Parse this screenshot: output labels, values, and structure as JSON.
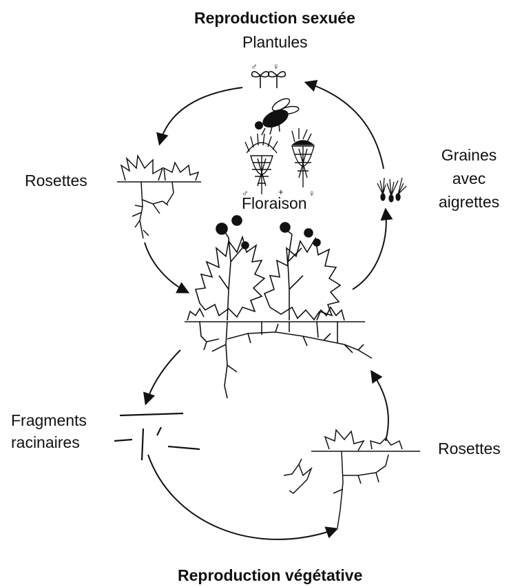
{
  "titles": {
    "sexual": "Reproduction sexuée",
    "vegetative": "Reproduction végétative"
  },
  "labels": {
    "seedlings": "Plantules",
    "rosettes_top": "Rosettes",
    "flowering": "Floraison",
    "seeds_line1": "Graines",
    "seeds_line2": "avec",
    "seeds_line3": "aigrettes",
    "fragments_line1": "Fragments",
    "fragments_line2": "racinaires",
    "rosettes_bottom": "Rosettes"
  },
  "symbols": {
    "male_a": "♂",
    "female_a": "♀",
    "male_b": "♂",
    "plus": "+",
    "female_b": "♀"
  },
  "colors": {
    "ink": "#111111",
    "background": "#ffffff"
  }
}
